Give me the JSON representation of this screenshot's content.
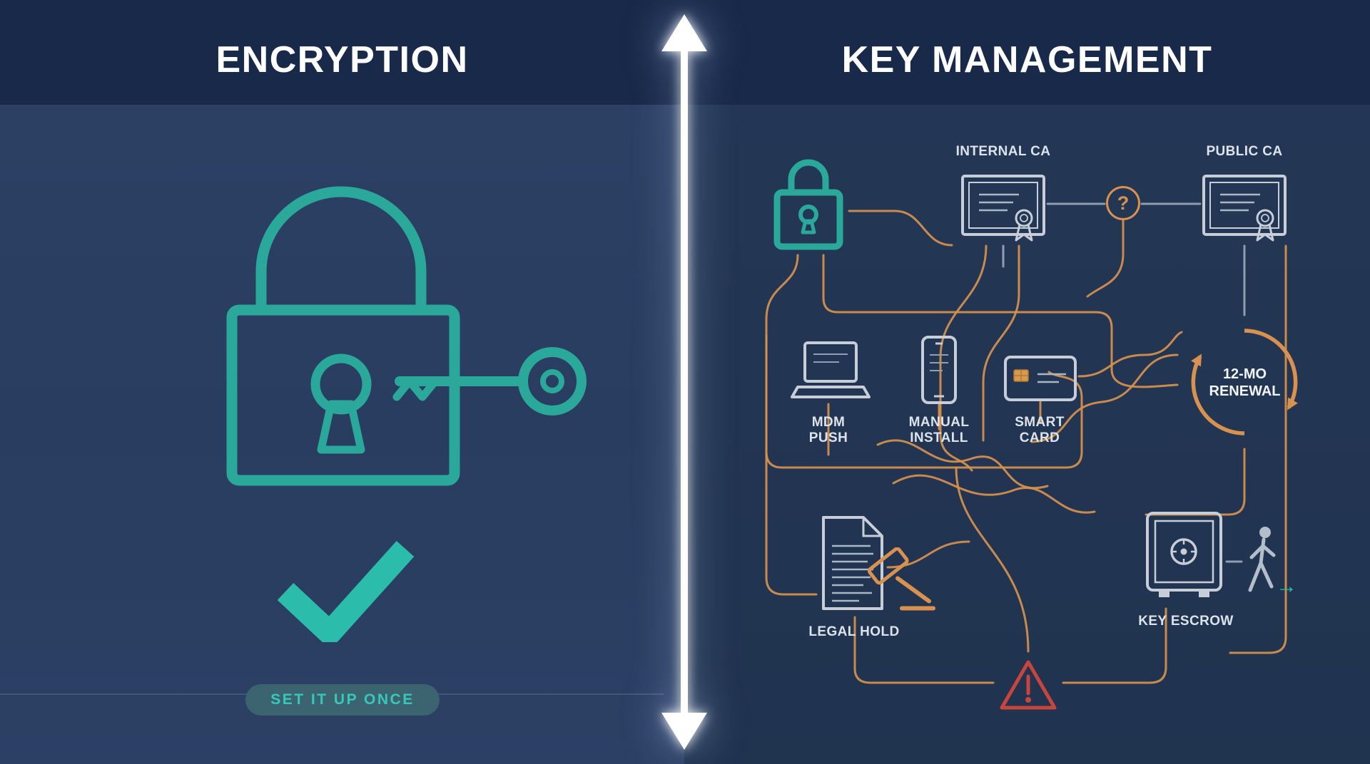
{
  "header": {
    "left_title": "ENCRYPTION",
    "right_title": "KEY MANAGEMENT"
  },
  "left_panel": {
    "badge_label": "SET IT UP ONCE"
  },
  "right_panel": {
    "question_glyph": "?",
    "person_arrow_glyph": "→",
    "nodes": {
      "internal_ca": "INTERNAL CA",
      "public_ca": "PUBLIC CA",
      "mdm_push": "MDM PUSH",
      "manual_install": "MANUAL INSTALL",
      "smart_card": "SMART CARD",
      "renewal": "12-MO RENEWAL",
      "legal_hold": "LEGAL HOLD",
      "key_escrow": "KEY ESCROW"
    }
  },
  "colors": {
    "header_background": "#18294a",
    "background_left": "#2c4065",
    "background_right": "#223553",
    "teal": "#2aa99b",
    "check_teal": "#2cbcab",
    "orange": "#d8914e",
    "icon_gray": "#c7ced7",
    "warning_red": "#c8453e",
    "divider_white": "#ffffff",
    "badge_background": "#3b6470",
    "badge_text": "#36c8b8"
  },
  "icons": {
    "padlock-key-icon": "lock with key",
    "checkmark-icon": "✓",
    "divider-arrow-icon": "↕",
    "lock-icon": "padlock",
    "certificate-icon": "certificate with seal ribbon",
    "question-icon": "?",
    "laptop-icon": "laptop",
    "phone-icon": "smartphone",
    "smart-card-icon": "chip card",
    "renewal-cycle-icon": "circular refresh arrows",
    "document-icon": "document with text lines",
    "gavel-icon": "gavel",
    "safe-icon": "safe with dial",
    "walking-person-icon": "walking person",
    "warning-icon": "⚠"
  }
}
